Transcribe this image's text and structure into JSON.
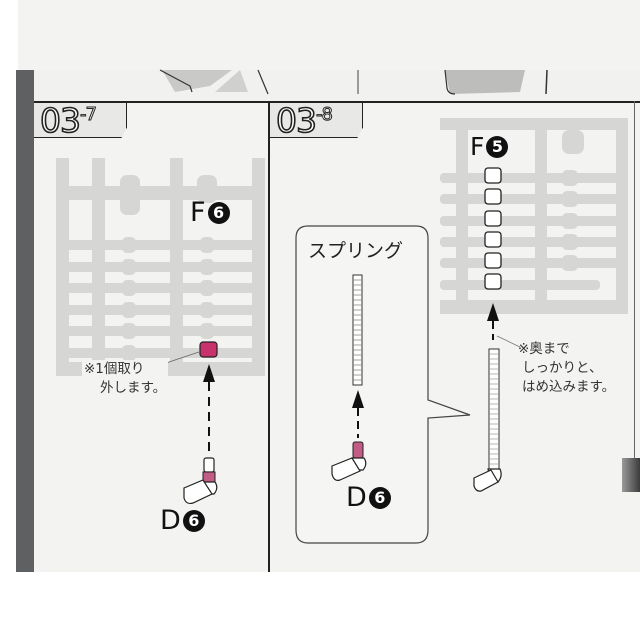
{
  "document": {
    "type": "assembly-instructions",
    "colors": {
      "page": "#f3f3f1",
      "spine": "#5e6062",
      "runner": "#d6d6d4",
      "highlight_part": "#c8336e",
      "line": "#222222"
    }
  },
  "steps": [
    {
      "id": "03-7",
      "number": "03",
      "sub": "-7",
      "runner_label": {
        "letter": "F",
        "number": "6"
      },
      "note": [
        "※1個取り",
        "外します。"
      ],
      "part_label": {
        "letter": "D",
        "number": "6"
      }
    },
    {
      "id": "03-8",
      "number": "03",
      "sub": "-8",
      "callout_title": "スプリング",
      "callout_part_label": {
        "letter": "D",
        "number": "6"
      },
      "runner_label": {
        "letter": "F",
        "number": "5"
      },
      "note": [
        "※奥まで",
        "しっかりと、",
        "はめ込みます。"
      ]
    }
  ]
}
